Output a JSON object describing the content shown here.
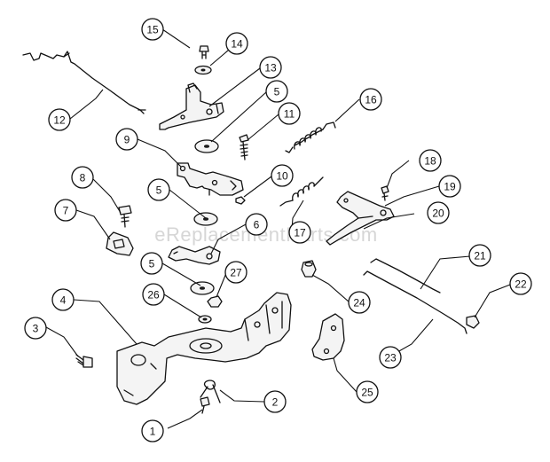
{
  "watermark": "eReplacementParts.com",
  "callouts": [
    {
      "label": "1"
    },
    {
      "label": "2"
    },
    {
      "label": "3"
    },
    {
      "label": "4"
    },
    {
      "label": "5"
    },
    {
      "label": "5"
    },
    {
      "label": "5"
    },
    {
      "label": "6"
    },
    {
      "label": "7"
    },
    {
      "label": "8"
    },
    {
      "label": "9"
    },
    {
      "label": "10"
    },
    {
      "label": "11"
    },
    {
      "label": "12"
    },
    {
      "label": "13"
    },
    {
      "label": "14"
    },
    {
      "label": "15"
    },
    {
      "label": "16"
    },
    {
      "label": "17"
    },
    {
      "label": "18"
    },
    {
      "label": "19"
    },
    {
      "label": "20"
    },
    {
      "label": "21"
    },
    {
      "label": "22"
    },
    {
      "label": "23"
    },
    {
      "label": "24"
    },
    {
      "label": "25"
    },
    {
      "label": "26"
    },
    {
      "label": "27"
    }
  ]
}
